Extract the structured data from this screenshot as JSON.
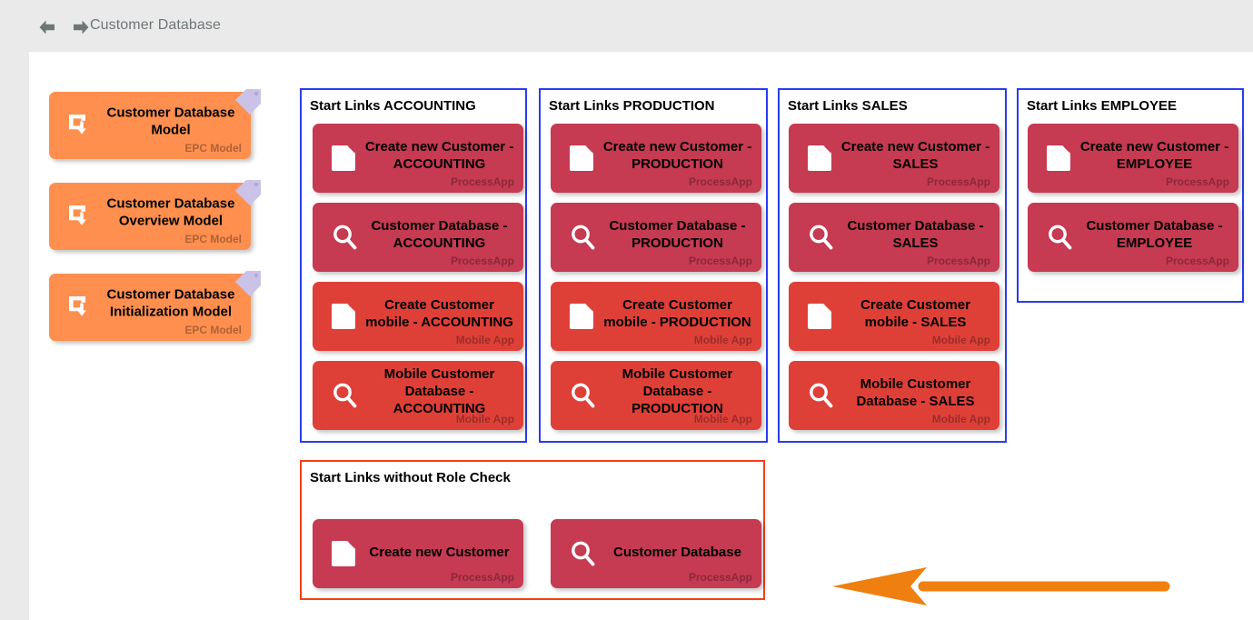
{
  "header": {
    "back_icon": "arrow-left-icon",
    "forward_icon": "arrow-right-icon",
    "breadcrumb": "Customer Database"
  },
  "colors": {
    "page_background": "#eaeaea",
    "canvas_background": "#ffffff",
    "model_card": "#ff8f4f",
    "processapp_card": "#c63a52",
    "mobile_card": "#de4038",
    "role_panel_border": "#2a3bf0",
    "norole_panel_border": "#f93e15",
    "annotation_arrow": "#ef7f0e",
    "tag_corner": "#cbc2e8",
    "breadcrumb_text": "#6f7678"
  },
  "models": [
    {
      "title": "Customer Database\nModel",
      "type": "EPC Model",
      "icon": "epc-model-icon"
    },
    {
      "title": "Customer Database\nOverview Model",
      "type": "EPC Model",
      "icon": "epc-model-icon"
    },
    {
      "title": "Customer Database\nInitialization Model",
      "type": "EPC Model",
      "icon": "epc-model-icon"
    }
  ],
  "panels": [
    {
      "title": "Start Links ACCOUNTING",
      "kind": "role",
      "cards": [
        {
          "title": "Create new Customer -\nACCOUNTING",
          "type": "ProcessApp",
          "style": "processapp",
          "icon": "document-icon"
        },
        {
          "title": "Customer Database -\nACCOUNTING",
          "type": "ProcessApp",
          "style": "processapp",
          "icon": "search-icon"
        },
        {
          "title": "Create Customer\nmobile - ACCOUNTING",
          "type": "Mobile App",
          "style": "mobile",
          "icon": "document-icon"
        },
        {
          "title": "Mobile Customer\nDatabase - ACCOUNTING",
          "type": "Mobile App",
          "style": "mobile",
          "icon": "search-icon"
        }
      ]
    },
    {
      "title": "Start Links PRODUCTION",
      "kind": "role",
      "cards": [
        {
          "title": "Create new Customer -\nPRODUCTION",
          "type": "ProcessApp",
          "style": "processapp",
          "icon": "document-icon"
        },
        {
          "title": "Customer Database -\nPRODUCTION",
          "type": "ProcessApp",
          "style": "processapp",
          "icon": "search-icon"
        },
        {
          "title": "Create Customer\nmobile - PRODUCTION",
          "type": "Mobile App",
          "style": "mobile",
          "icon": "document-icon"
        },
        {
          "title": "Mobile Customer\nDatabase - PRODUCTION",
          "type": "Mobile App",
          "style": "mobile",
          "icon": "search-icon"
        }
      ]
    },
    {
      "title": "Start Links SALES",
      "kind": "role",
      "cards": [
        {
          "title": "Create new Customer -\nSALES",
          "type": "ProcessApp",
          "style": "processapp",
          "icon": "document-icon"
        },
        {
          "title": "Customer Database -\nSALES",
          "type": "ProcessApp",
          "style": "processapp",
          "icon": "search-icon"
        },
        {
          "title": "Create Customer\nmobile - SALES",
          "type": "Mobile App",
          "style": "mobile",
          "icon": "document-icon"
        },
        {
          "title": "Mobile Customer\nDatabase - SALES",
          "type": "Mobile App",
          "style": "mobile",
          "icon": "search-icon"
        }
      ]
    },
    {
      "title": "Start Links EMPLOYEE",
      "kind": "role",
      "cards": [
        {
          "title": "Create new Customer -\nEMPLOYEE",
          "type": "ProcessApp",
          "style": "processapp",
          "icon": "document-icon"
        },
        {
          "title": "Customer Database -\nEMPLOYEE",
          "type": "ProcessApp",
          "style": "processapp",
          "icon": "search-icon"
        }
      ]
    },
    {
      "title": "Start Links without Role Check",
      "kind": "norole",
      "cards": [
        {
          "title": "Create new Customer",
          "type": "ProcessApp",
          "style": "processapp",
          "icon": "document-icon"
        },
        {
          "title": "Customer Database",
          "type": "ProcessApp",
          "style": "processapp",
          "icon": "search-icon"
        }
      ]
    }
  ],
  "annotation": {
    "name": "orange-left-arrow",
    "direction": "left"
  }
}
